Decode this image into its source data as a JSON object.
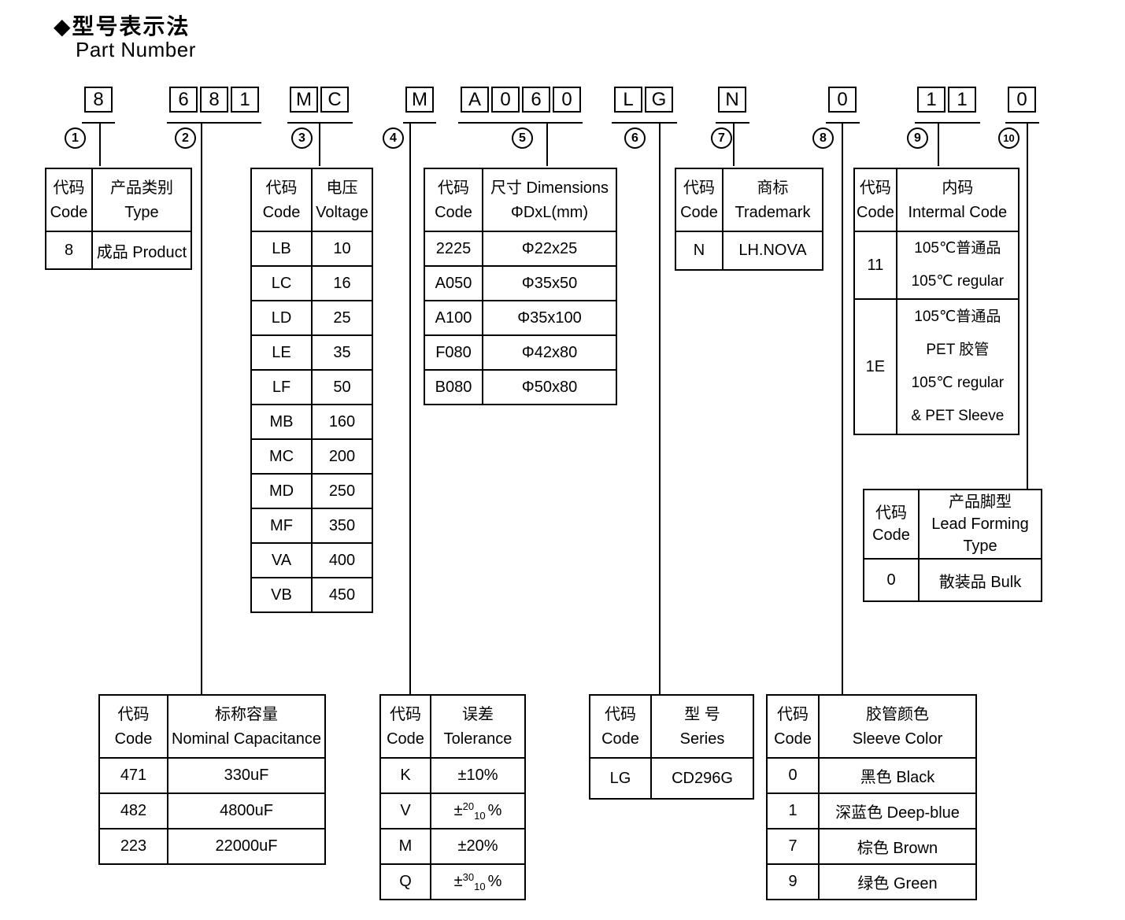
{
  "title": {
    "zh": "◆型号表示法",
    "en": "Part Number"
  },
  "part_number_groups": [
    {
      "marker": "1",
      "chars": [
        "8"
      ]
    },
    {
      "marker": "2",
      "chars": [
        "6",
        "8",
        "1"
      ]
    },
    {
      "marker": "3",
      "chars": [
        "M",
        "C"
      ]
    },
    {
      "marker": "4",
      "chars": [
        "M"
      ]
    },
    {
      "marker": "5",
      "chars": [
        "A",
        "0",
        "6",
        "0"
      ]
    },
    {
      "marker": "6",
      "chars": [
        "L",
        "G"
      ]
    },
    {
      "marker": "7",
      "chars": [
        "N"
      ]
    },
    {
      "marker": "8",
      "chars": [
        "0"
      ]
    },
    {
      "marker": "9",
      "chars": [
        "1",
        "1"
      ]
    },
    {
      "marker": "10",
      "chars": [
        "0"
      ]
    }
  ],
  "tables": {
    "product_type": {
      "header": {
        "col1": [
          "代码",
          "Code"
        ],
        "col2": [
          "产品类别",
          "Type"
        ]
      },
      "rows": [
        [
          "8",
          "成品 Product"
        ]
      ]
    },
    "capacitance": {
      "header": {
        "col1": [
          "代码",
          "Code"
        ],
        "col2": [
          "标称容量",
          "Nominal Capacitance"
        ]
      },
      "rows": [
        [
          "471",
          "330uF"
        ],
        [
          "482",
          "4800uF"
        ],
        [
          "223",
          "22000uF"
        ]
      ]
    },
    "voltage": {
      "header": {
        "col1": [
          "代码",
          "Code"
        ],
        "col2": [
          "电压",
          "Voltage"
        ]
      },
      "rows": [
        [
          "LB",
          "10"
        ],
        [
          "LC",
          "16"
        ],
        [
          "LD",
          "25"
        ],
        [
          "LE",
          "35"
        ],
        [
          "LF",
          "50"
        ],
        [
          "MB",
          "160"
        ],
        [
          "MC",
          "200"
        ],
        [
          "MD",
          "250"
        ],
        [
          "MF",
          "350"
        ],
        [
          "VA",
          "400"
        ],
        [
          "VB",
          "450"
        ]
      ]
    },
    "tolerance": {
      "header": {
        "col1": [
          "代码",
          "Code"
        ],
        "col2": [
          "误差",
          "Tolerance"
        ]
      },
      "rows": [
        {
          "code": "K",
          "pre": "±10%",
          "sup": "",
          "sub": "",
          "post": ""
        },
        {
          "code": "V",
          "pre": "±",
          "sup": "20",
          "sub": "10",
          "post": "%"
        },
        {
          "code": "M",
          "pre": "±20%",
          "sup": "",
          "sub": "",
          "post": ""
        },
        {
          "code": "Q",
          "pre": "±",
          "sup": "30",
          "sub": "10",
          "post": "%"
        }
      ]
    },
    "dimensions": {
      "header": {
        "col1": [
          "代码",
          "Code"
        ],
        "col2": [
          "尺寸 Dimensions",
          "ΦDxL(mm)"
        ]
      },
      "rows": [
        [
          "2225",
          "Φ22x25"
        ],
        [
          "A050",
          "Φ35x50"
        ],
        [
          "A100",
          "Φ35x100"
        ],
        [
          "F080",
          "Φ42x80"
        ],
        [
          "B080",
          "Φ50x80"
        ]
      ]
    },
    "series": {
      "header": {
        "col1": [
          "代码",
          "Code"
        ],
        "col2": [
          "型 号",
          "Series"
        ]
      },
      "rows": [
        [
          "LG",
          "CD296G"
        ]
      ]
    },
    "trademark": {
      "header": {
        "col1": [
          "代码",
          "Code"
        ],
        "col2": [
          "商标",
          "Trademark"
        ]
      },
      "rows": [
        [
          "N",
          "LH.NOVA"
        ]
      ]
    },
    "sleeve_color": {
      "header": {
        "col1": [
          "代码",
          "Code"
        ],
        "col2": [
          "胶管颜色",
          "Sleeve Color"
        ]
      },
      "rows": [
        [
          "0",
          "黑色 Black"
        ],
        [
          "1",
          "深蓝色 Deep-blue"
        ],
        [
          "7",
          "棕色 Brown"
        ],
        [
          "9",
          "绿色 Green"
        ]
      ]
    },
    "internal_code": {
      "header": {
        "col1": [
          "代码",
          "Code"
        ],
        "col2": [
          "内码",
          "Intermal Code"
        ]
      },
      "rows": [
        {
          "code": "11",
          "lines": [
            "105℃普通品",
            "105℃  regular"
          ]
        },
        {
          "code": "1E",
          "lines": [
            "105℃普通品",
            "PET 胶管",
            "105℃  regular",
            "& PET Sleeve"
          ]
        }
      ]
    },
    "lead_forming": {
      "header": {
        "col1": [
          "代码",
          "Code"
        ],
        "col2": [
          "产品脚型",
          "Lead Forming",
          "Type"
        ]
      },
      "rows": [
        [
          "0",
          "散装品 Bulk"
        ]
      ]
    }
  }
}
